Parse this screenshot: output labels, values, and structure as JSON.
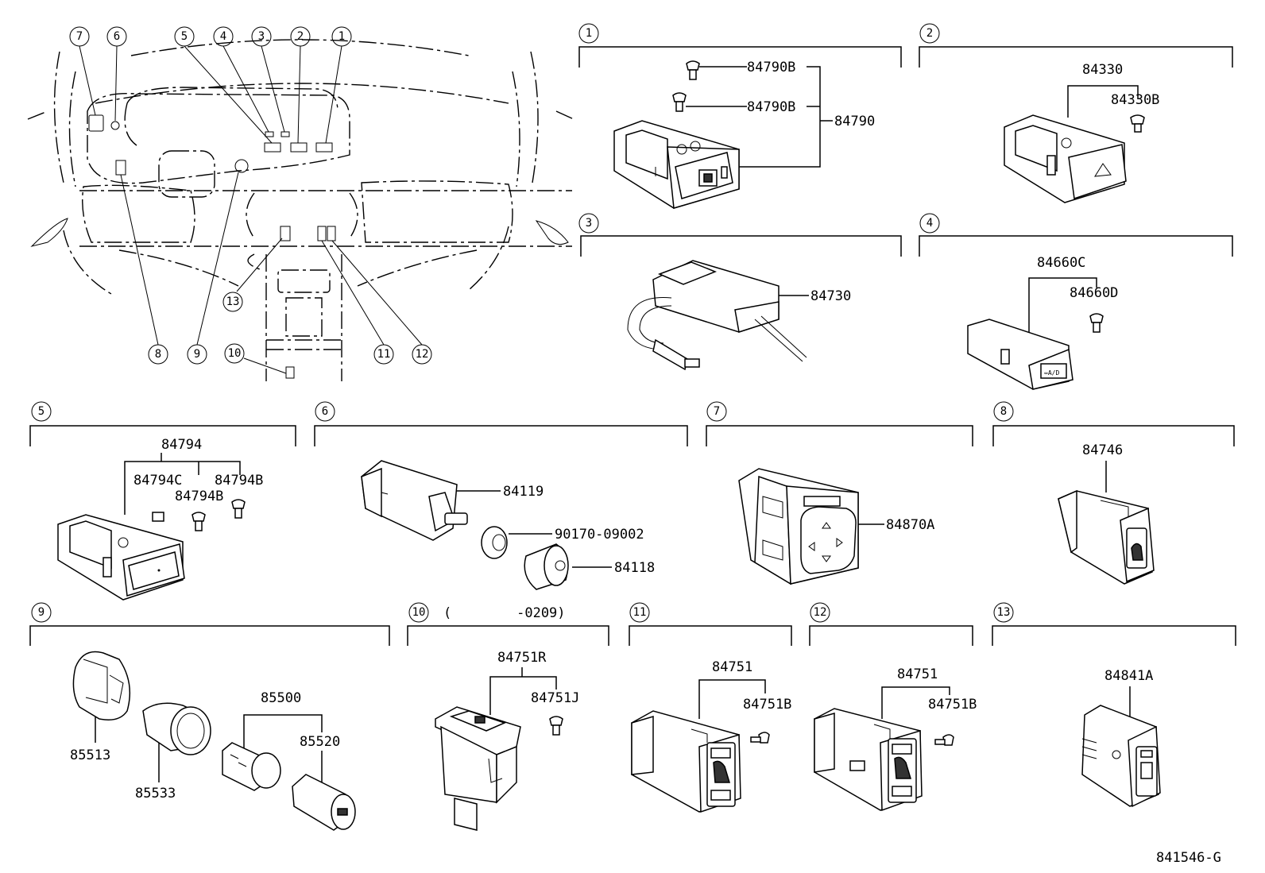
{
  "sections": [
    {
      "num": "1",
      "parts": [
        "84790B",
        "84790B",
        "84790"
      ]
    },
    {
      "num": "2",
      "parts": [
        "84330",
        "84330B"
      ]
    },
    {
      "num": "3",
      "parts": [
        "84730"
      ]
    },
    {
      "num": "4",
      "parts": [
        "84660C",
        "84660D"
      ]
    },
    {
      "num": "5",
      "parts": [
        "84794",
        "84794C",
        "84794B",
        "84794B"
      ]
    },
    {
      "num": "6",
      "parts": [
        "84119",
        "90170-09002",
        "84118"
      ]
    },
    {
      "num": "7",
      "parts": [
        "84870A"
      ]
    },
    {
      "num": "8",
      "parts": [
        "84746"
      ]
    },
    {
      "num": "9",
      "parts": [
        "85500",
        "85520",
        "85513",
        "85533"
      ]
    },
    {
      "num": "10",
      "note": "(        -0209)",
      "parts": [
        "84751R",
        "84751J"
      ]
    },
    {
      "num": "11",
      "parts": [
        "84751",
        "84751B"
      ]
    },
    {
      "num": "12",
      "parts": [
        "84751",
        "84751B"
      ]
    },
    {
      "num": "13",
      "parts": [
        "84841A"
      ]
    }
  ],
  "overview_callouts": [
    "7",
    "6",
    "5",
    "4",
    "3",
    "2",
    "1",
    "13",
    "8",
    "9",
    "10",
    "11",
    "12"
  ],
  "figure_code": "841546-G"
}
